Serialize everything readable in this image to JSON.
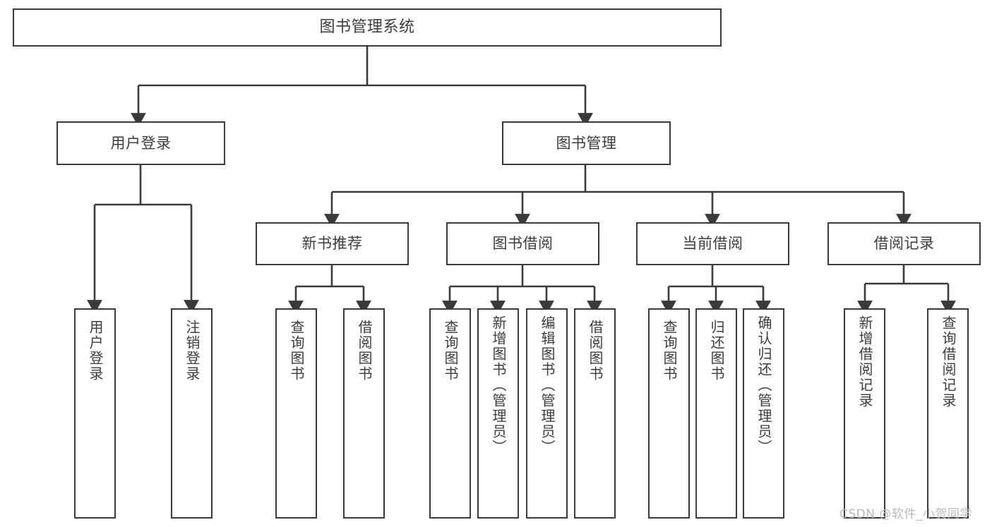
{
  "diagram": {
    "title": "图书管理系统",
    "type": "hierarchy-tree",
    "watermark": "CSDN @软件_小贺同学",
    "colors": {
      "stroke": "#3a3a3a",
      "text": "#3c3c3c",
      "background": "#ffffff",
      "watermark": "#b9b9b9"
    },
    "nodes": {
      "root": {
        "label": "图书管理系统"
      },
      "level1": [
        {
          "id": "user-login",
          "label": "用户登录"
        },
        {
          "id": "book-management",
          "label": "图书管理"
        }
      ],
      "level2": [
        {
          "id": "new-book-recommend",
          "label": "新书推荐"
        },
        {
          "id": "book-borrow",
          "label": "图书借阅"
        },
        {
          "id": "current-borrow",
          "label": "当前借阅"
        },
        {
          "id": "borrow-record",
          "label": "借阅记录"
        }
      ],
      "leaves": {
        "user_login": [
          {
            "id": "leaf-user-login",
            "label": "用户登录"
          },
          {
            "id": "leaf-logout",
            "label": "注销登录"
          }
        ],
        "new_book_recommend": [
          {
            "id": "leaf-query-book-1",
            "label": "查询图书"
          },
          {
            "id": "leaf-borrow-book-1",
            "label": "借阅图书"
          }
        ],
        "book_borrow": [
          {
            "id": "leaf-query-book-2",
            "label": "查询图书"
          },
          {
            "id": "leaf-add-book",
            "label": "新增图书（管理员）"
          },
          {
            "id": "leaf-edit-book",
            "label": "编辑图书（管理员）"
          },
          {
            "id": "leaf-borrow-book-2",
            "label": "借阅图书"
          }
        ],
        "current_borrow": [
          {
            "id": "leaf-query-book-3",
            "label": "查询图书"
          },
          {
            "id": "leaf-return-book",
            "label": "归还图书"
          },
          {
            "id": "leaf-confirm-return",
            "label": "确认归还（管理员）"
          }
        ],
        "borrow_record": [
          {
            "id": "leaf-add-record",
            "label": "新增借阅记录"
          },
          {
            "id": "leaf-query-record",
            "label": "查询借阅记录"
          }
        ]
      }
    }
  }
}
